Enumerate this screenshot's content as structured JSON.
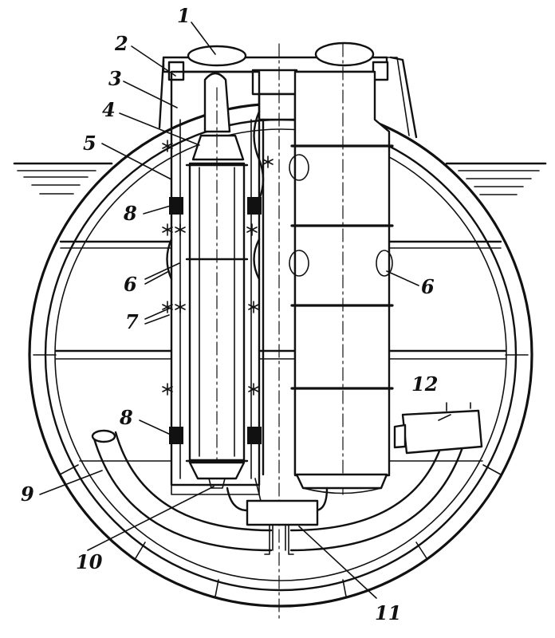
{
  "labels": [
    "1",
    "2",
    "3",
    "4",
    "5",
    "6",
    "7",
    "8",
    "9",
    "10",
    "11",
    "12"
  ],
  "colors": {
    "ink": "#111111",
    "paper": "#ffffff"
  }
}
